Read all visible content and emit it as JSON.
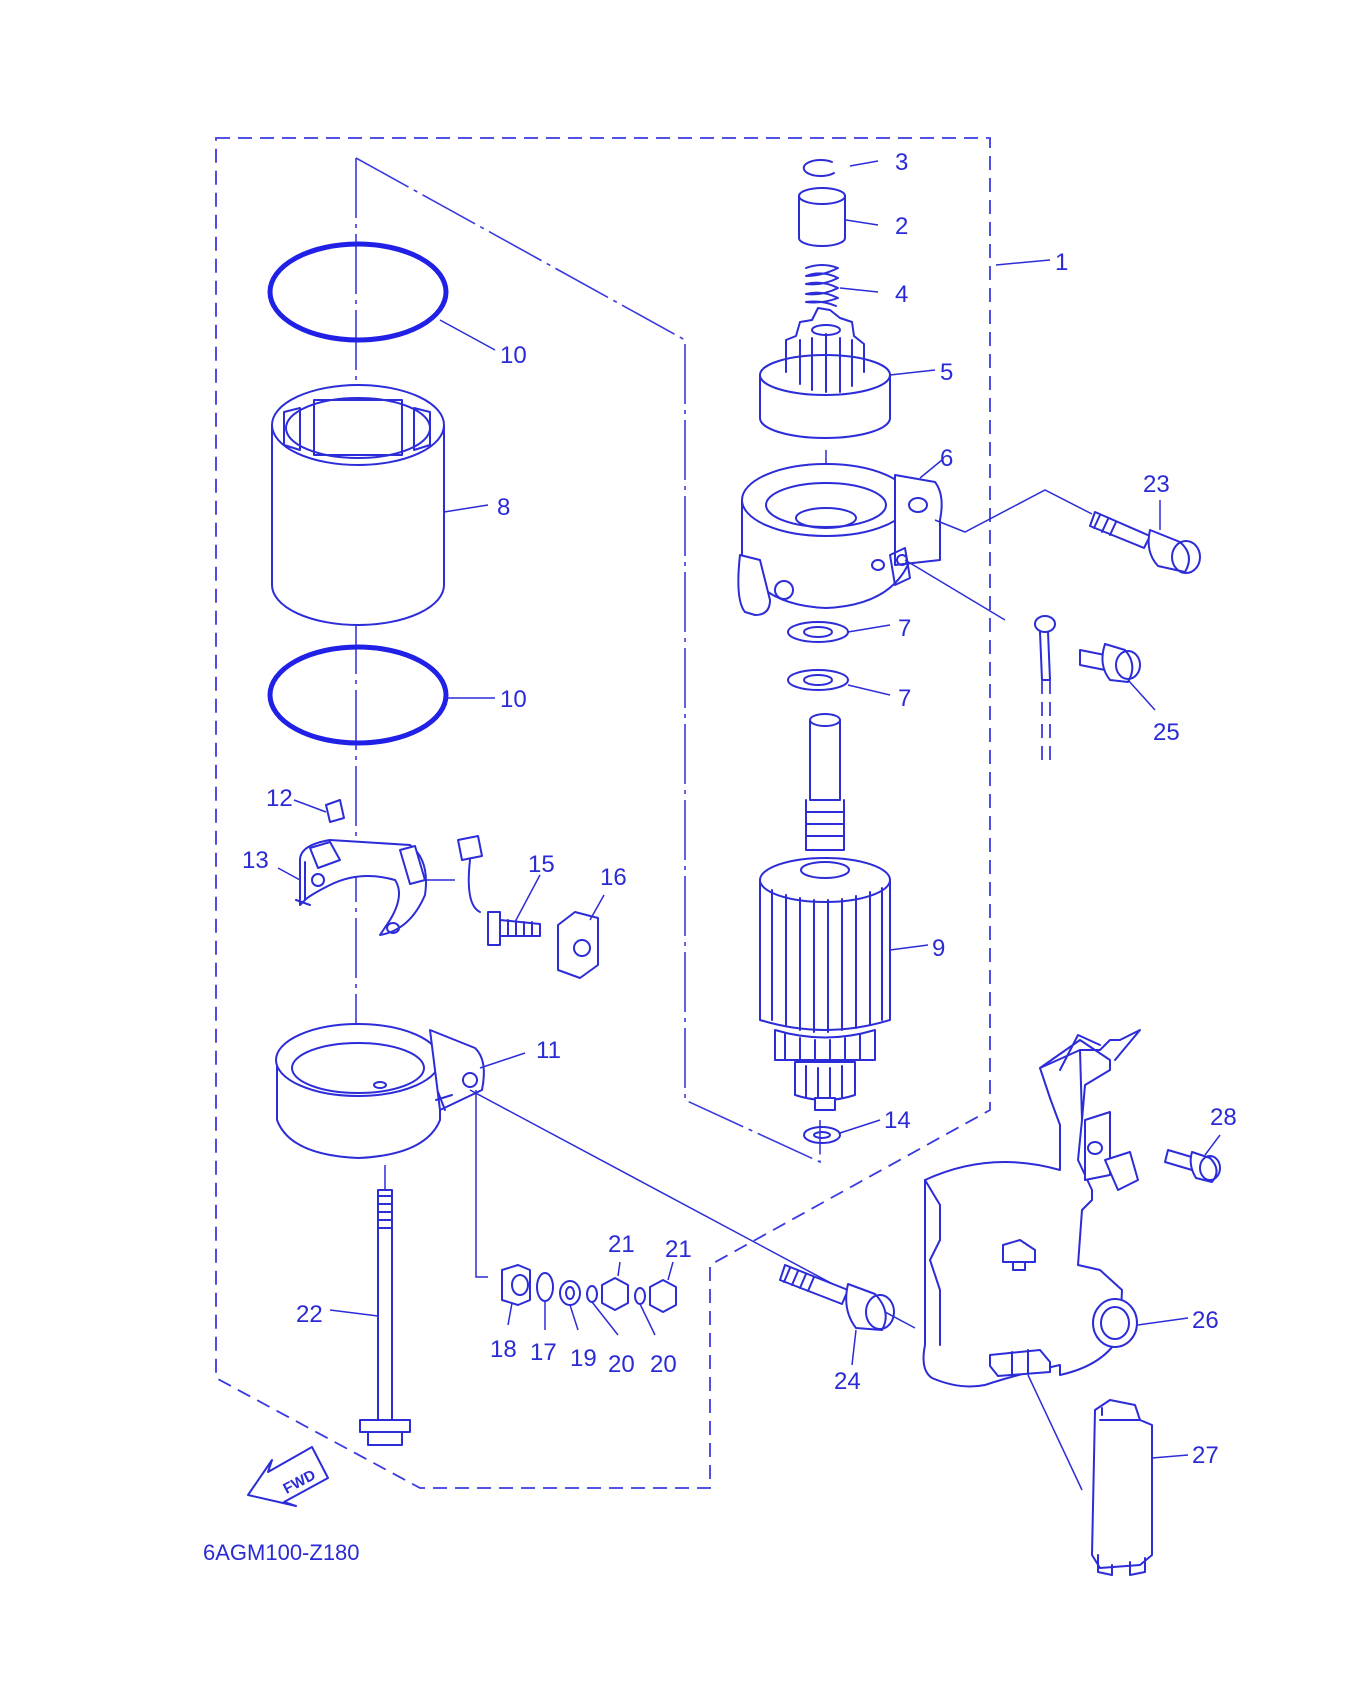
{
  "diagram_code": "6AGM100-Z180",
  "fwd_label": "FWD",
  "callouts": {
    "c1": "1",
    "c2": "2",
    "c3": "3",
    "c4": "4",
    "c5": "5",
    "c6": "6",
    "c7a": "7",
    "c7b": "7",
    "c8": "8",
    "c9": "9",
    "c10a": "10",
    "c10b": "10",
    "c11": "11",
    "c12": "12",
    "c13": "13",
    "c14": "14",
    "c15": "15",
    "c16": "16",
    "c17": "17",
    "c18": "18",
    "c19": "19",
    "c20a": "20",
    "c20b": "20",
    "c21a": "21",
    "c21b": "21",
    "c22": "22",
    "c23": "23",
    "c24": "24",
    "c25": "25",
    "c26": "26",
    "c27": "27",
    "c28": "28"
  },
  "colors": {
    "line": "#2c2cd8",
    "ring": "#2020e6",
    "background": "#ffffff"
  }
}
